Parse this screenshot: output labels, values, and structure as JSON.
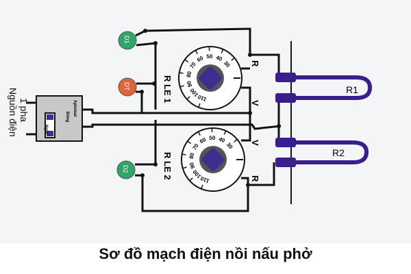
{
  "caption": "Sơ đồ mạch điện nồi nấu phở",
  "power_source": {
    "label_line1": "Nguồn điện",
    "label_line2": "1 pha"
  },
  "breaker": {
    "name": "Aptomat",
    "on_label": "Đóng",
    "off_label": "Ngắt"
  },
  "lamps": [
    {
      "label": "D1",
      "color": "#2fa56a"
    },
    {
      "label": "DT",
      "color": "#e0643a"
    },
    {
      "label": "D2",
      "color": "#2fa56a"
    }
  ],
  "relays": [
    {
      "label": "R LE 1",
      "terminal_r": "R",
      "terminal_v": "V"
    },
    {
      "label": "R LE 2",
      "terminal_r": "R",
      "terminal_v": "V"
    }
  ],
  "dial_scale": [
    "30",
    "40",
    "50",
    "60",
    "70",
    "80",
    "90",
    "100",
    "110"
  ],
  "heaters": [
    {
      "label": "R1"
    },
    {
      "label": "R2"
    }
  ],
  "colors": {
    "wire": "#111111",
    "knob": "#3d2f8f",
    "heater": "#3a1f8c"
  }
}
